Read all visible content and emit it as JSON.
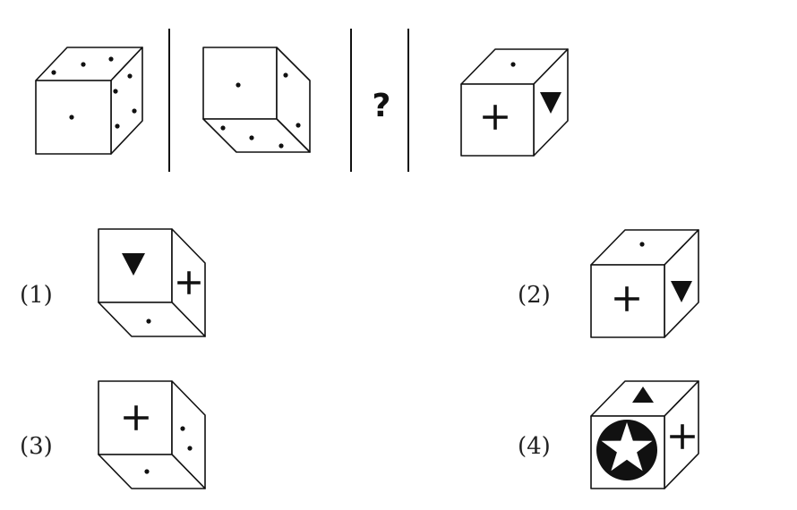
{
  "question": {
    "placeholder": "?"
  },
  "options": [
    {
      "label": "(1)"
    },
    {
      "label": "(2)"
    },
    {
      "label": "(3)"
    },
    {
      "label": "(4)"
    }
  ],
  "colors": {
    "ink": "#111111",
    "background": "#ffffff"
  },
  "icons": [
    "dot-pip",
    "plus-symbol",
    "down-triangle",
    "up-triangle",
    "star-in-circle"
  ]
}
